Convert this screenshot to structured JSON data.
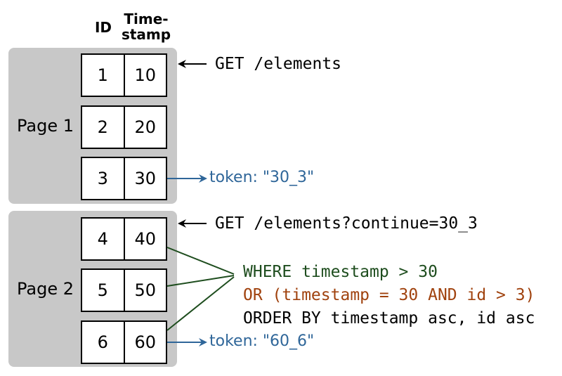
{
  "headers": {
    "id": "ID",
    "timestamp_line1": "Time-",
    "timestamp_line2": "stamp"
  },
  "pages": [
    {
      "label": "Page 1",
      "rows": [
        {
          "id": "1",
          "ts": "10"
        },
        {
          "id": "2",
          "ts": "20"
        },
        {
          "id": "3",
          "ts": "30"
        }
      ],
      "request": "GET /elements",
      "token": "token: \"30_3\""
    },
    {
      "label": "Page 2",
      "rows": [
        {
          "id": "4",
          "ts": "40"
        },
        {
          "id": "5",
          "ts": "50"
        },
        {
          "id": "6",
          "ts": "60"
        }
      ],
      "request": "GET /elements?continue=30_3",
      "token": "token: \"60_6\""
    }
  ],
  "query": {
    "where": "WHERE timestamp > 30",
    "or": "OR (timestamp = 30 AND id > 3)",
    "order": "ORDER BY timestamp asc, id asc"
  },
  "colors": {
    "where": "#1e4d1e",
    "or": "#a0420e",
    "order": "#000000",
    "token": "#2f6699",
    "panel": "#c8c8c8"
  }
}
